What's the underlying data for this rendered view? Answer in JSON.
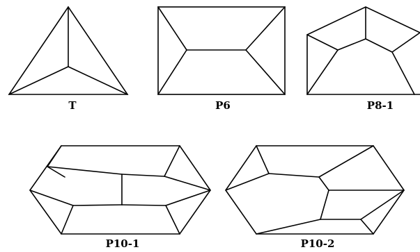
{
  "labels": {
    "t": "T",
    "p6": "P6",
    "p8_1": "P8-1",
    "p10_1": "P10-1",
    "p10_2": "P10-2"
  },
  "colors": {
    "stroke": "#000000",
    "background": "#ffffff"
  }
}
